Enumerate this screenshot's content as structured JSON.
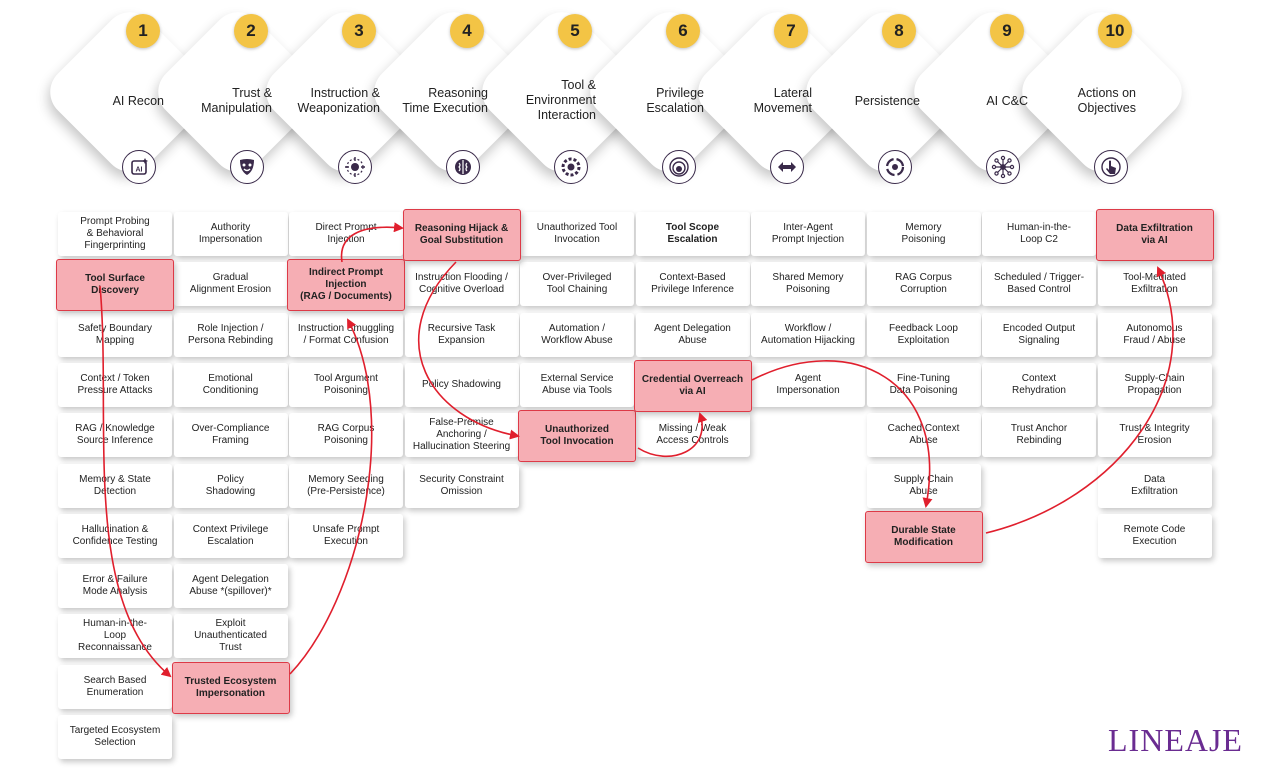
{
  "stages": [
    {
      "num": "1",
      "name": "AI Recon",
      "icon": "ai-chip-icon"
    },
    {
      "num": "2",
      "name": "Trust &\nManipulation",
      "icon": "theater-mask-icon"
    },
    {
      "num": "3",
      "name": "Instruction &\nWeaponization",
      "icon": "bug-icon"
    },
    {
      "num": "4",
      "name": "Reasoning\nTime Execution",
      "icon": "brain-icon"
    },
    {
      "num": "5",
      "name": "Tool &\nEnvironment\nInteraction",
      "icon": "gear-icon"
    },
    {
      "num": "6",
      "name": "Privilege\nEscalation",
      "icon": "concentric-rings-icon"
    },
    {
      "num": "7",
      "name": "Lateral\nMovement",
      "icon": "double-arrow-icon"
    },
    {
      "num": "8",
      "name": "Persistence",
      "icon": "cycle-icon"
    },
    {
      "num": "9",
      "name": "AI C&C",
      "icon": "network-hub-icon"
    },
    {
      "num": "10",
      "name": "Actions on\nObjectives",
      "icon": "pointer-click-icon"
    }
  ],
  "columns": [
    {
      "items": [
        {
          "text": "Prompt Probing\n& Behavioral\nFingerprinting"
        },
        {
          "text": "Tool Surface\nDiscovery",
          "highlight": true
        },
        {
          "text": "Safety Boundary\nMapping"
        },
        {
          "text": "Context / Token\nPressure Attacks"
        },
        {
          "text": "RAG / Knowledge\nSource Inference"
        },
        {
          "text": "Memory & State\nDetection"
        },
        {
          "text": "Hallucination &\nConfidence Testing"
        },
        {
          "text": "Error & Failure\nMode Analysis"
        },
        {
          "text": "Human-in-the-\nLoop\nReconnaissance"
        },
        {
          "text": "Search Based\nEnumeration"
        },
        {
          "text": "Targeted Ecosystem\nSelection"
        }
      ]
    },
    {
      "items": [
        {
          "text": "Authority\nImpersonation"
        },
        {
          "text": "Gradual\nAlignment Erosion"
        },
        {
          "text": "Role Injection /\nPersona Rebinding"
        },
        {
          "text": "Emotional\nConditioning"
        },
        {
          "text": "Over-Compliance\nFraming"
        },
        {
          "text": "Policy\nShadowing"
        },
        {
          "text": "Context Privilege\nEscalation"
        },
        {
          "text": "Agent Delegation\nAbuse *(spillover)*"
        },
        {
          "text": "Exploit\nUnauthenticated\nTrust"
        },
        {
          "text": "Trusted Ecosystem\nImpersonation",
          "highlight": true
        }
      ]
    },
    {
      "items": [
        {
          "text": "Direct Prompt\nInjection"
        },
        {
          "text": "Indirect Prompt\nInjection\n(RAG / Documents)",
          "highlight": true
        },
        {
          "text": "Instruction Smuggling\n/ Format Confusion"
        },
        {
          "text": "Tool Argument\nPoisoning"
        },
        {
          "text": "RAG Corpus\nPoisoning"
        },
        {
          "text": "Memory Seeding\n(Pre-Persistence)"
        },
        {
          "text": "Unsafe Prompt\nExecution"
        }
      ]
    },
    {
      "items": [
        {
          "text": "Reasoning Hijack &\nGoal Substitution",
          "highlight": true
        },
        {
          "text": "Instruction Flooding /\nCognitive Overload"
        },
        {
          "text": "Recursive Task\nExpansion"
        },
        {
          "text": "Policy Shadowing"
        },
        {
          "text": "False-Premise\nAnchoring /\nHallucination Steering"
        },
        {
          "text": "Security Constraint\nOmission"
        }
      ]
    },
    {
      "items": [
        {
          "text": "Unauthorized Tool\nInvocation"
        },
        {
          "text": "Over-Privileged\nTool Chaining"
        },
        {
          "text": "Automation /\nWorkflow Abuse"
        },
        {
          "text": "External Service\nAbuse via Tools"
        },
        {
          "text": "Unauthorized\nTool Invocation",
          "highlight": true
        }
      ]
    },
    {
      "items": [
        {
          "text": "Tool Scope\nEscalation",
          "bold": true
        },
        {
          "text": "Context-Based\nPrivilege Inference"
        },
        {
          "text": "Agent Delegation\nAbuse"
        },
        {
          "text": "Credential Overreach\nvia AI",
          "highlight": true
        },
        {
          "text": "Missing / Weak\nAccess Controls"
        }
      ]
    },
    {
      "items": [
        {
          "text": "Inter-Agent\nPrompt Injection"
        },
        {
          "text": "Shared Memory\nPoisoning"
        },
        {
          "text": "Workflow /\nAutomation Hijacking"
        },
        {
          "text": "Agent\nImpersonation"
        }
      ]
    },
    {
      "items": [
        {
          "text": "Memory\nPoisoning"
        },
        {
          "text": "RAG Corpus\nCorruption"
        },
        {
          "text": "Feedback Loop\nExploitation"
        },
        {
          "text": "Fine-Tuning\nData Poisoning"
        },
        {
          "text": "Cached Context\nAbuse"
        },
        {
          "text": "Supply Chain\nAbuse"
        },
        {
          "text": "Durable State\nModification",
          "highlight": true
        }
      ]
    },
    {
      "items": [
        {
          "text": "Human-in-the-\nLoop C2"
        },
        {
          "text": "Scheduled / Trigger-\nBased Control"
        },
        {
          "text": "Encoded Output\nSignaling"
        },
        {
          "text": "Context\nRehydration"
        },
        {
          "text": "Trust Anchor\nRebinding"
        }
      ]
    },
    {
      "items": [
        {
          "text": "Data Exfiltration\nvia AI",
          "highlight": true
        },
        {
          "text": "Tool-Mediated\nExfiltration"
        },
        {
          "text": "Autonomous\nFraud / Abuse"
        },
        {
          "text": "Supply-Chain\nPropagation"
        },
        {
          "text": "Trust & Integrity\nErosion"
        },
        {
          "text": "Data\nExfiltration"
        },
        {
          "text": "Remote Code\nExecution"
        }
      ]
    }
  ],
  "attack_path": [
    {
      "from": "Tool Surface Discovery",
      "to": "Trusted Ecosystem Impersonation"
    },
    {
      "from": "Trusted Ecosystem Impersonation",
      "to": "Indirect Prompt Injection (RAG / Documents)"
    },
    {
      "from": "Indirect Prompt Injection (RAG / Documents)",
      "to": "Reasoning Hijack & Goal Substitution"
    },
    {
      "from": "Reasoning Hijack & Goal Substitution",
      "to": "Unauthorized Tool Invocation"
    },
    {
      "from": "Unauthorized Tool Invocation",
      "to": "Credential Overreach via AI"
    },
    {
      "from": "Credential Overreach via AI",
      "to": "Durable State Modification"
    },
    {
      "from": "Durable State Modification",
      "to": "Data Exfiltration via AI"
    }
  ],
  "colors": {
    "badge": "#f3c445",
    "highlight_fill": "#f6aeb4",
    "highlight_border": "#dd3a47",
    "arrow": "#e01f2d",
    "logo": "#6a2c91"
  },
  "logo": {
    "text": "LINEAJE"
  }
}
